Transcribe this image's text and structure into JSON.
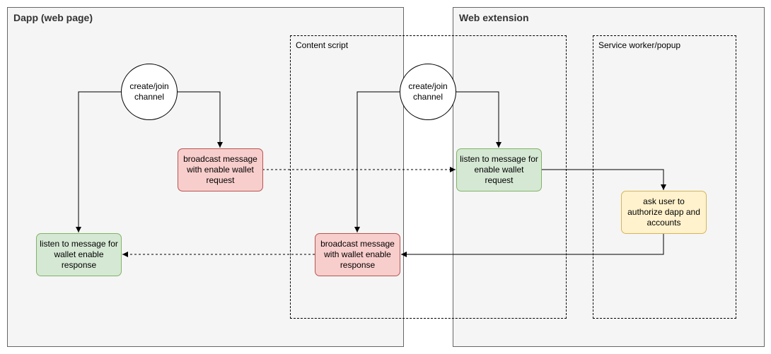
{
  "containers": {
    "dapp": "Dapp (web page)",
    "extension": "Web extension",
    "content_script": "Content script",
    "service_worker": "Service worker/popup"
  },
  "nodes": {
    "dapp_channel": "create/join channel",
    "dapp_broadcast": "broadcast message with enable wallet request",
    "dapp_listen": "listen to message for wallet enable response",
    "cs_channel": "create/join channel",
    "cs_listen": "listen to message for enable wallet request",
    "cs_broadcast": "broadcast message with wallet enable response",
    "sw_ask": "ask user to authorize dapp and accounts"
  },
  "colors": {
    "panel_fill": "#f5f5f5",
    "red_fill": "#f8cecc",
    "green_fill": "#d5e8d4",
    "yellow_fill": "#fff2cc"
  }
}
